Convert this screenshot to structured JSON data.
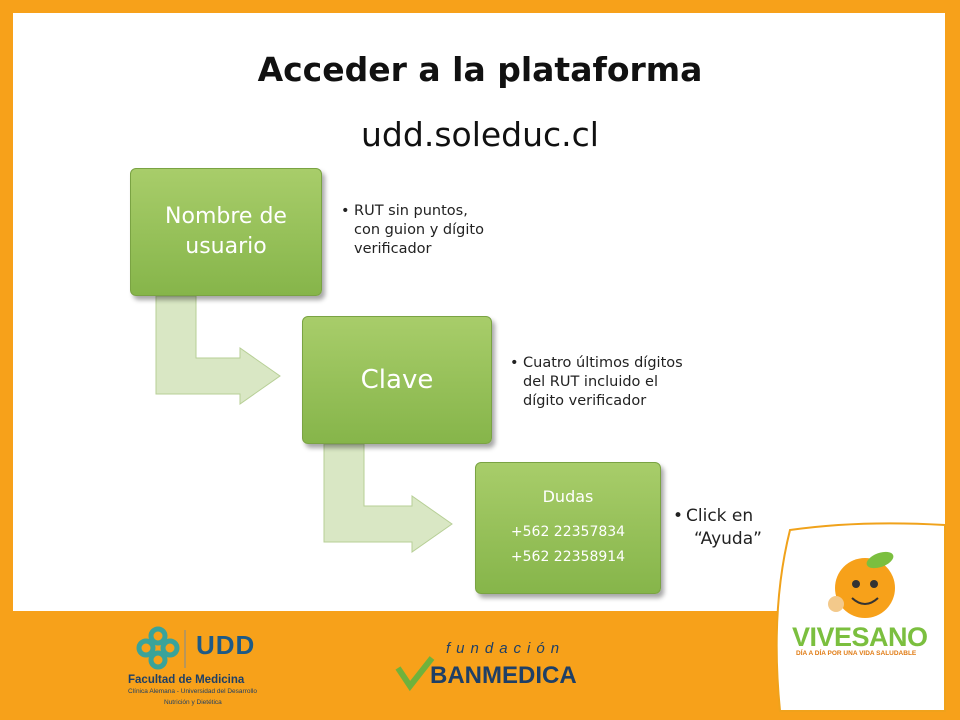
{
  "title": "Acceder a la plataforma",
  "subtitle": "udd.soleduc.cl",
  "steps": [
    {
      "label": "Nombre de usuario",
      "line1": "Nombre de",
      "line2": "usuario",
      "note": "RUT sin puntos, con guion y dígito verificador",
      "note_lines": [
        "RUT sin puntos,",
        "con guion y dígito",
        "verificador"
      ]
    },
    {
      "label": "Clave",
      "note": "Cuatro últimos dígitos del RUT incluido el dígito verificador",
      "note_lines": [
        "Cuatro últimos dígitos",
        "del RUT incluido el",
        "dígito verificador"
      ]
    },
    {
      "label": "Dudas",
      "phones": [
        "+562 22357834",
        "+562 22358914"
      ],
      "note": "Click en “Ayuda”",
      "note_lines": [
        "Click en",
        "“Ayuda”"
      ]
    }
  ],
  "bullet": "•",
  "footer": {
    "udd_logo": "UDD",
    "faculty": "Facultad de Medicina",
    "faculty_sub": "Clínica Alemana - Universidad del Desarrollo",
    "faculty_sub2": "Nutrición y Dietética",
    "fundacion": "fundación",
    "banmedica": "BANMEDICA",
    "vivesano": "VIVESANO",
    "vivesano_tag": "DÍA A DÍA POR UNA VIDA SALUDABLE"
  },
  "colors": {
    "frame": "#f7a11a",
    "box": "#9bc45b",
    "arrow": "#d9e7c4",
    "udd_blue": "#1e5a86",
    "teal": "#3aa39a"
  }
}
